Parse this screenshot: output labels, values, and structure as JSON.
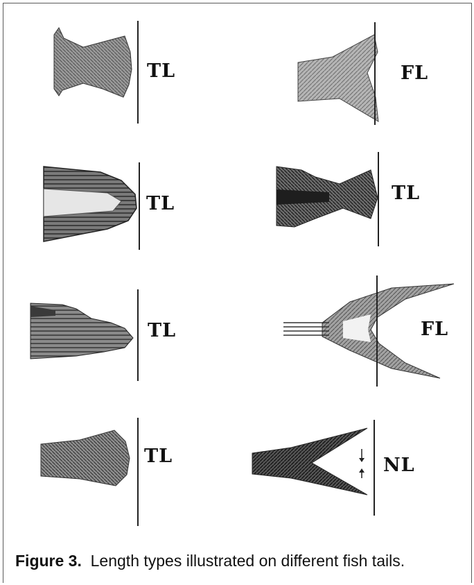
{
  "figure": {
    "panels": [
      {
        "id": "p1",
        "label": "TL",
        "tail": "rounded-truncate"
      },
      {
        "id": "p2",
        "label": "FL",
        "tail": "forked"
      },
      {
        "id": "p3",
        "label": "TL",
        "tail": "rounded-eel"
      },
      {
        "id": "p4",
        "label": "TL",
        "tail": "dark-pointed"
      },
      {
        "id": "p5",
        "label": "TL",
        "tail": "pointed"
      },
      {
        "id": "p6",
        "label": "FL",
        "tail": "deeply-forked"
      },
      {
        "id": "p7",
        "label": "TL",
        "tail": "truncate"
      },
      {
        "id": "p8",
        "label": "NL",
        "tail": "notched"
      }
    ],
    "caption": {
      "number": "Figure 3.",
      "text": "Length types illustrated on different fish tails."
    }
  }
}
